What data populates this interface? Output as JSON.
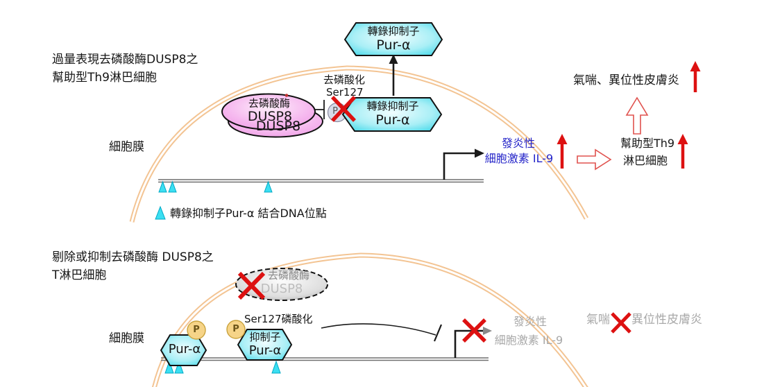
{
  "colors": {
    "membrane": "#f3c493",
    "dna": "#6e6e6e",
    "hexagon_cyan": "#7ee6f0",
    "phosphatase_pink": "#f2a8ea",
    "knockout_gray": "#d8d8d8",
    "accent_red": "#dd1111",
    "cytokine_blue": "#2323c8",
    "muted_gray_text": "#a8a8a8",
    "dna_site_triangle": "#3bdff2",
    "phospho_badge_fill": "#f6d488"
  },
  "top_panel": {
    "title_line1": "過量表現去磷酸酶DUSP8之",
    "title_line2": "幫助型Th9淋巴細胞",
    "membrane_label": "細胞膜",
    "free_repressor": {
      "line1": "轉錄抑制子",
      "line2": "Pur-α"
    },
    "phosphatase": {
      "name": "去磷酸酶",
      "gene": "DUSP8",
      "back_gene": "DUSP8"
    },
    "dephospho_line1": "去磷酸化",
    "dephospho_line2": "Ser127",
    "phospho_badge": "P",
    "bound_repressor": {
      "line1": "轉錄抑制子",
      "line2": "Pur-α"
    },
    "cytokine_line1": "發炎性",
    "cytokine_line2": "細胞激素 IL-9",
    "th9_line1": "幫助型Th9",
    "th9_line2": "淋巴細胞",
    "disease": "氣喘、異位性皮膚炎",
    "legend_label": "轉錄抑制子Pur-α 結合DNA位點"
  },
  "bottom_panel": {
    "title_line1": "剔除或抑制去磷酸酶 DUSP8之",
    "title_line2": "T淋巴細胞",
    "membrane_label": "細胞膜",
    "phosphatase": {
      "name": "去磷酸酶",
      "gene": "DUSP8"
    },
    "phospho_badge1": "P",
    "phospho_badge2": "P",
    "repressor1": "Pur-α",
    "repressor2_line1": "抑制子",
    "repressor2_line2": "Pur-α",
    "phospho_label": "Ser127磷酸化",
    "cytokine_line1": "發炎性",
    "cytokine_line2": "細胞激素 IL-9",
    "disease_left": "氣喘",
    "disease_right": "異位性皮膚炎"
  }
}
